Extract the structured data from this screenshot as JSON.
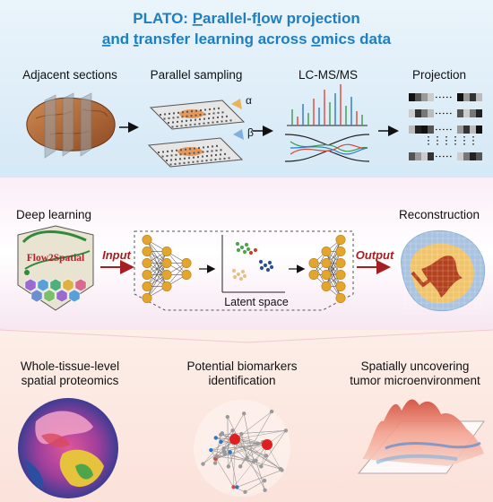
{
  "title": {
    "line1_prefix": "PLATO: ",
    "line1_p": "P",
    "line1_arallel": "arallel-f",
    "line1_l": "l",
    "line1_ow": "ow projection",
    "line2_a": "a",
    "line2_nd": "nd ",
    "line2_t": "t",
    "line2_ransfer": "ransfer learning across ",
    "line2_o": "o",
    "line2_mics": "mics data"
  },
  "workflow": {
    "steps": [
      "Adjacent sections",
      "Parallel sampling",
      "LC-MS/MS",
      "Projection"
    ],
    "alpha": "α",
    "beta": "β"
  },
  "model": {
    "deep_learning": "Deep learning",
    "reconstruction": "Reconstruction",
    "logo": "Flow2Spatial",
    "input": "Input",
    "output": "Output",
    "latent_space": "Latent space"
  },
  "applications": {
    "items": [
      {
        "line1": "Whole-tissue-level",
        "line2": "spatial proteomics"
      },
      {
        "line1": "Potential biomarkers",
        "line2": "identification"
      },
      {
        "line1": "Spatially uncovering",
        "line2": "tumor microenvironment"
      }
    ]
  },
  "colors": {
    "title_blue": "#1f7ec1",
    "panel_top": "#e3f0fa",
    "panel_mid": "#f8e8f3",
    "panel_bottom": "#fce9e2",
    "label_red": "#a61e22",
    "neuron": "#e3a52c"
  }
}
